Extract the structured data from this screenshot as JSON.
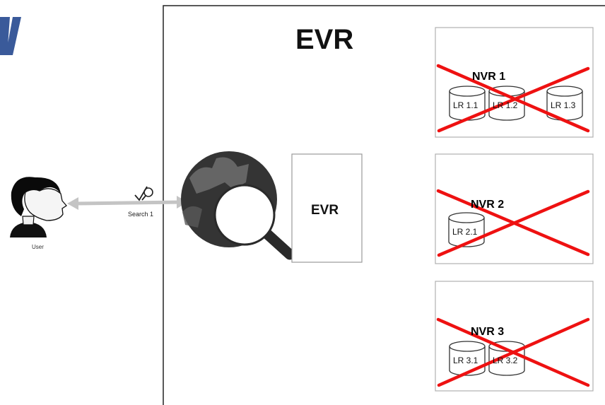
{
  "diagram": {
    "evr_title": "EVR",
    "evr_box_label": "EVR",
    "user_label": "User",
    "search_label": "Search 1",
    "nvr_nodes": [
      {
        "title": "NVR 1",
        "repositories": [
          "LR 1.1",
          "LR 1.2",
          "LR 1.3"
        ],
        "crossed_out": true
      },
      {
        "title": "NVR 2",
        "repositories": [
          "LR 2.1"
        ],
        "crossed_out": true
      },
      {
        "title": "NVR 3",
        "repositories": [
          "LR 3.1",
          "LR 3.2"
        ],
        "crossed_out": true
      }
    ],
    "colors": {
      "cross": "#ee1111",
      "frame": "#222222",
      "arrow": "#c4c4c4",
      "globe": "#333333",
      "logo_fragment": "#3a5a9a"
    }
  }
}
